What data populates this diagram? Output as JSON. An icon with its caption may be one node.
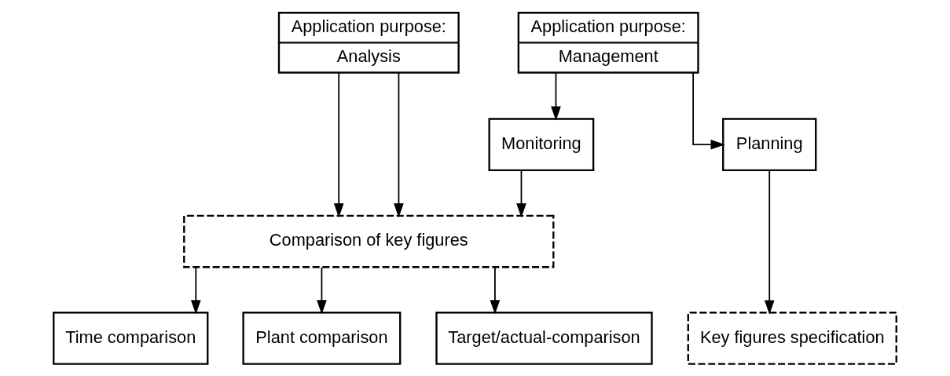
{
  "diagram": {
    "nodes": [
      {
        "text": [
          "Application purpose:",
          "Analysis"
        ]
      },
      {
        "text": [
          "Application purpose:",
          "Management"
        ]
      },
      {
        "text": [
          "Monitoring"
        ]
      },
      {
        "text": [
          "Planning"
        ]
      },
      {
        "text": [
          "Comparison of key figures"
        ]
      },
      {
        "text": [
          "Time comparison"
        ]
      },
      {
        "text": [
          "Plant comparison"
        ]
      },
      {
        "text": [
          "Target/actual-comparison"
        ]
      },
      {
        "text": [
          "Key figures specification"
        ]
      }
    ],
    "edges": [
      {
        "from": 0,
        "to": 4,
        "arrow": "to"
      },
      {
        "from": 0,
        "to": 4,
        "arrow": "to"
      },
      {
        "from": 1,
        "to": 2,
        "arrow": "to"
      },
      {
        "from": 1,
        "to": 3,
        "arrow": "to"
      },
      {
        "from": 2,
        "to": 4,
        "arrow": "to"
      },
      {
        "from": 3,
        "to": 8,
        "arrow": "to"
      },
      {
        "from": 4,
        "to": 5,
        "arrow": "to"
      },
      {
        "from": 4,
        "to": 6,
        "arrow": "to"
      },
      {
        "from": 4,
        "to": 7,
        "arrow": "to"
      }
    ]
  }
}
